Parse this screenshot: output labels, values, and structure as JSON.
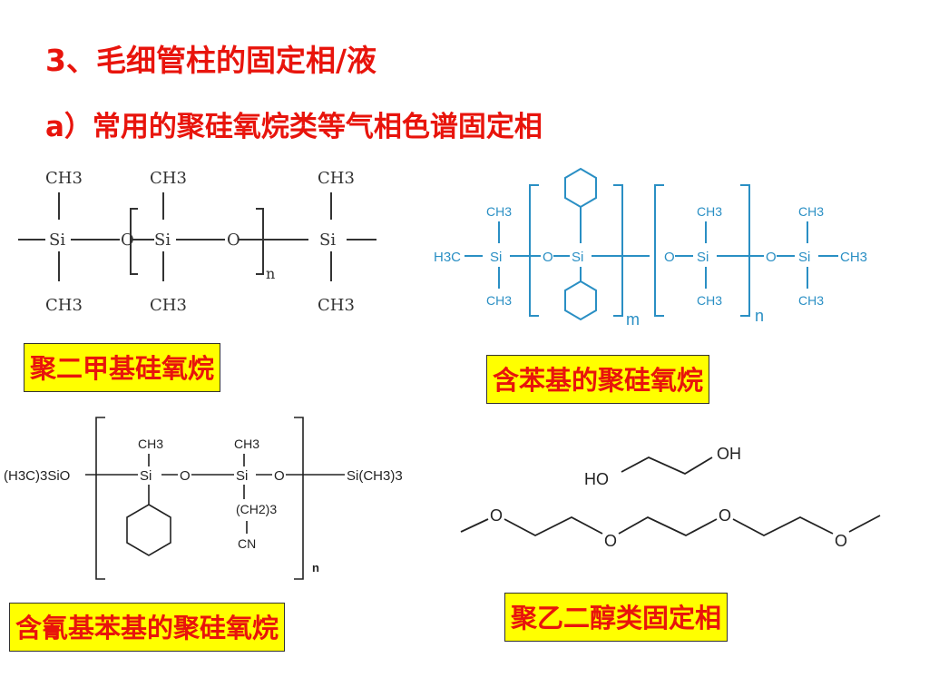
{
  "headings": {
    "title": "3、毛细管柱的固定相/液",
    "subtitle": "a）常用的聚硅氧烷类等气相色谱固定相"
  },
  "structures": {
    "pdms": {
      "ch3": "CH3",
      "si": "Si",
      "o": "O",
      "n": "n",
      "caption": "聚二甲基硅氧烷"
    },
    "phenyl": {
      "h3c": "H3C",
      "ch3": "CH3",
      "si": "Si",
      "o": "O",
      "m": "m",
      "n": "n",
      "caption": "含苯基的聚硅氧烷"
    },
    "cyano": {
      "left_end": "(H3C)3SiO",
      "right_end": "Si(CH3)3",
      "ch3": "CH3",
      "si": "Si",
      "o": "O",
      "ch2": "(CH2)3",
      "cn": "CN",
      "n": "n",
      "caption": "含氰基苯基的聚硅氧烷"
    },
    "peg": {
      "ho": "HO",
      "oh": "OH",
      "o": "O",
      "caption": "聚乙二醇类固定相"
    }
  },
  "colors": {
    "heading": "#e8140c",
    "caption_bg": "#ffff00",
    "structure_blue": "#2a8fc4",
    "ink": "#222222"
  }
}
